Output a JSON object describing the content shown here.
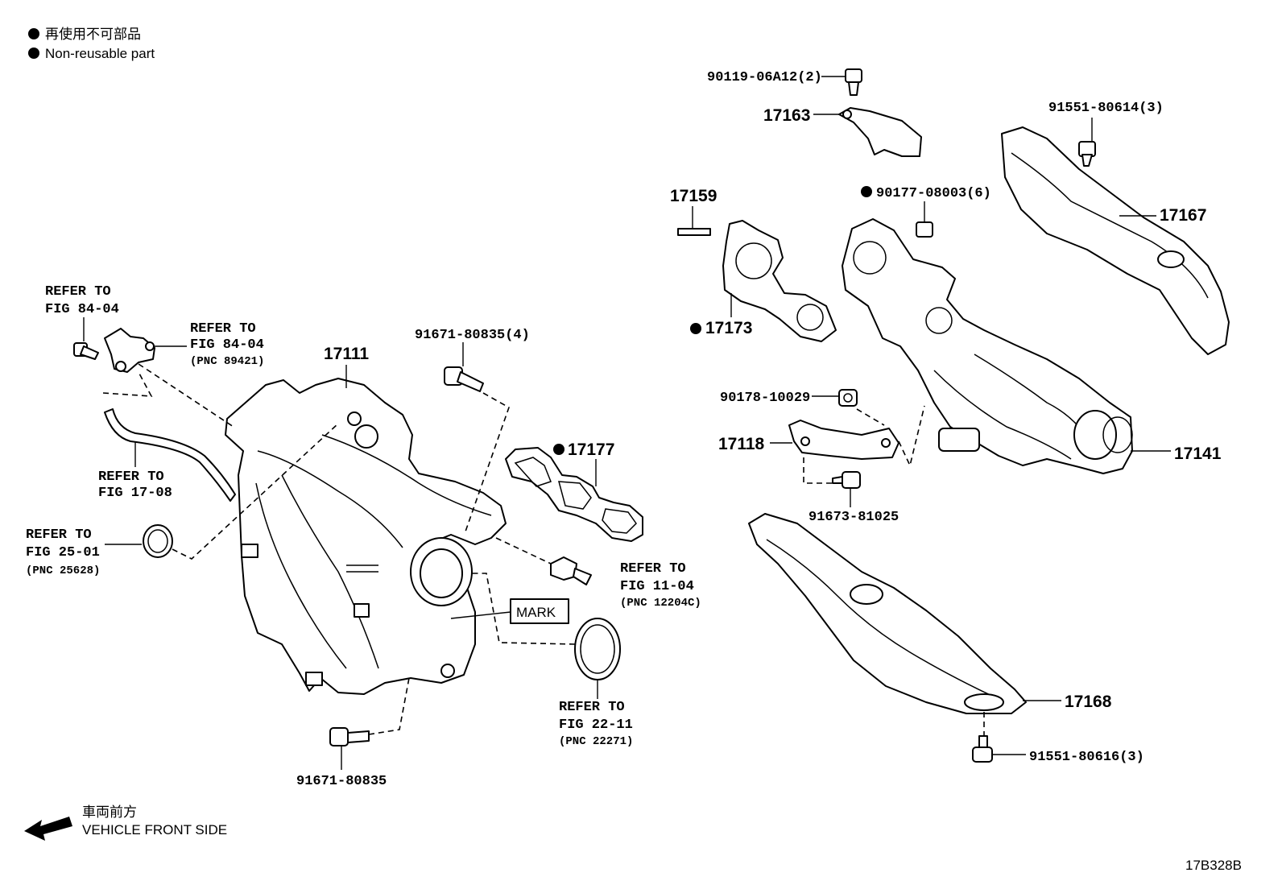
{
  "legend": {
    "marker": "●",
    "line_jp": "再使用不可部品",
    "line_en": "Non-reusable part"
  },
  "front_note": {
    "line_jp": "車両前方",
    "line_en": "VEHICLE FRONT SIDE"
  },
  "figure_id": "17B328B",
  "mark_label": "MARK",
  "parts": {
    "p17111": "17111",
    "p17177": "17177",
    "p17173": "17173",
    "p17159": "17159",
    "p17163": "17163",
    "p17167": "17167",
    "p17141": "17141",
    "p17118": "17118",
    "p17168": "17168",
    "p90119": "90119-06A12(2)",
    "p91551a": "91551-80614(3)",
    "p90177": "90177-08003(6)",
    "p90178": "90178-10029",
    "p91673": "91673-81025",
    "p91551b": "91551-80616(3)",
    "p91671a": "91671-80835(4)",
    "p91671b": "91671-80835"
  },
  "refs": {
    "r1": {
      "l1": "REFER TO",
      "l2": "FIG 84-04"
    },
    "r2": {
      "l1": "REFER TO",
      "l2": "FIG 84-04",
      "l3": "(PNC 89421)"
    },
    "r3": {
      "l1": "REFER TO",
      "l2": "FIG 17-08"
    },
    "r4": {
      "l1": "REFER TO",
      "l2": "FIG 25-01",
      "l3": "(PNC 25628)"
    },
    "r5": {
      "l1": "REFER TO",
      "l2": "FIG 11-04",
      "l3": "(PNC 12204C)"
    },
    "r6": {
      "l1": "REFER TO",
      "l2": "FIG 22-11",
      "l3": "(PNC 22271)"
    }
  }
}
